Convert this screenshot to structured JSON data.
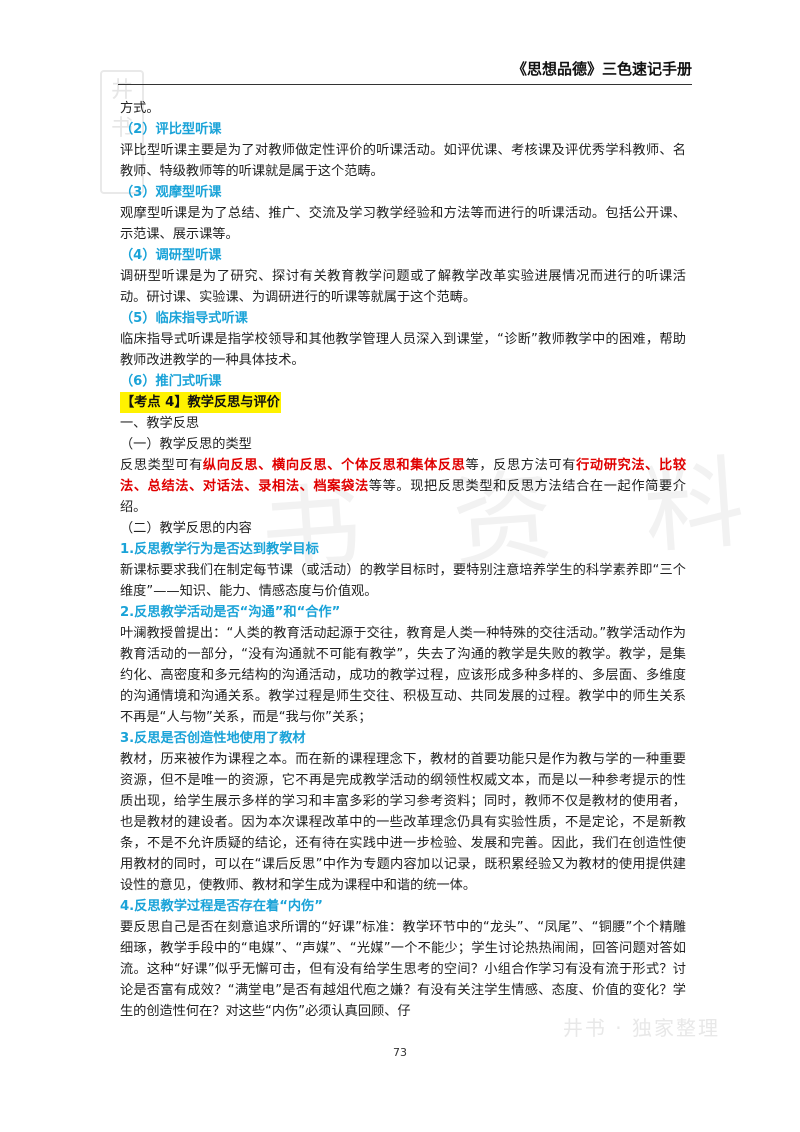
{
  "header": {
    "title": "《思想品德》三色速记手册"
  },
  "watermarks": {
    "logo": "井书",
    "center": "书 资 料 包",
    "bottom": "井书 · 独家整理"
  },
  "page_number": "73",
  "blocks": [
    {
      "type": "text",
      "text": "方式。"
    },
    {
      "type": "sub",
      "text": "（2）评比型听课"
    },
    {
      "type": "text",
      "text": "评比型听课主要是为了对教师做定性评价的听课活动。如评优课、考核课及评优秀学科教师、名教师、特级教师等的听课就是属于这个范畴。"
    },
    {
      "type": "sub",
      "text": "（3）观摩型听课"
    },
    {
      "type": "text",
      "text": "观摩型听课是为了总结、推广、交流及学习教学经验和方法等而进行的听课活动。包括公开课、示范课、展示课等。"
    },
    {
      "type": "sub",
      "text": "（4）调研型听课"
    },
    {
      "type": "text",
      "text": "调研型听课是为了研究、探讨有关教育教学问题或了解教学改革实验进展情况而进行的听课活动。研讨课、实验课、为调研进行的听课等就属于这个范畴。"
    },
    {
      "type": "sub",
      "text": "（5）临床指导式听课"
    },
    {
      "type": "text",
      "text": "临床指导式听课是指学校领导和其他教学管理人员深入到课堂，“诊断”教师教学中的困难，帮助教师改进教学的一种具体技术。"
    },
    {
      "type": "sub",
      "text": "（6）推门式听课"
    },
    {
      "type": "kaodian",
      "text": "【考点 4】教学反思与评价"
    },
    {
      "type": "text",
      "text": "一、教学反思"
    },
    {
      "type": "text",
      "text": "（一）教学反思的类型"
    },
    {
      "type": "rich",
      "parts": [
        {
          "t": "反思类型可有",
          "hl": false
        },
        {
          "t": "纵向反思、横向反思、个体反思和集体反思",
          "hl": true
        },
        {
          "t": "等，反思方法可有",
          "hl": false
        },
        {
          "t": "行动研究法、比较法、总结法、对话法、录相法、档案袋法",
          "hl": true
        },
        {
          "t": "等等。现把反思类型和反思方法结合在一起作简要介绍。",
          "hl": false
        }
      ]
    },
    {
      "type": "text",
      "text": "（二）教学反思的内容"
    },
    {
      "type": "sub",
      "text": "1.反思教学行为是否达到教学目标"
    },
    {
      "type": "text",
      "text": "新课标要求我们在制定每节课（或活动）的教学目标时，要特别注意培养学生的科学素养即“三个维度”——知识、能力、情感态度与价值观。"
    },
    {
      "type": "sub",
      "text": "2.反思教学活动是否“沟通”和“合作”"
    },
    {
      "type": "text",
      "text": "叶澜教授曾提出：“人类的教育活动起源于交往，教育是人类一种特殊的交往活动。”教学活动作为教育活动的一部分，“没有沟通就不可能有教学”，失去了沟通的教学是失败的教学。教学，是集约化、高密度和多元结构的沟通活动，成功的教学过程，应该形成多种多样的、多层面、多维度的沟通情境和沟通关系。教学过程是师生交往、积极互动、共同发展的过程。教学中的师生关系不再是“人与物”关系，而是“我与你”关系；"
    },
    {
      "type": "sub",
      "text": "3.反思是否创造性地使用了教材"
    },
    {
      "type": "text",
      "text": "教材，历来被作为课程之本。而在新的课程理念下，教材的首要功能只是作为教与学的一种重要资源，但不是唯一的资源，它不再是完成教学活动的纲领性权威文本，而是以一种参考提示的性质出现，给学生展示多样的学习和丰富多彩的学习参考资料；同时，教师不仅是教材的使用者，也是教材的建设者。因为本次课程改革中的一些改革理念仍具有实验性质，不是定论，不是新教条，不是不允许质疑的结论，还有待在实践中进一步检验、发展和完善。因此，我们在创造性使用教材的同时，可以在“课后反思”中作为专题内容加以记录，既积累经验又为教材的使用提供建设性的意见，使教师、教材和学生成为课程中和谐的统一体。"
    },
    {
      "type": "sub",
      "text": "4.反思教学过程是否存在着“内伤”"
    },
    {
      "type": "text",
      "text": "要反思自己是否在刻意追求所谓的“好课”标准：教学环节中的“龙头”、“凤尾”、“铜腰”个个精雕细琢，教学手段中的“电媒”、“声媒”、“光媒”一个不能少；学生讨论热热闹闹，回答问题对答如流。这种“好课”似乎无懈可击，但有没有给学生思考的空间？小组合作学习有没有流于形式？讨论是否富有成效？“满堂电”是否有越俎代庖之嫌？有没有关注学生情感、态度、价值的变化？学生的创造性何在？对这些“内伤”必须认真回顾、仔"
    }
  ]
}
